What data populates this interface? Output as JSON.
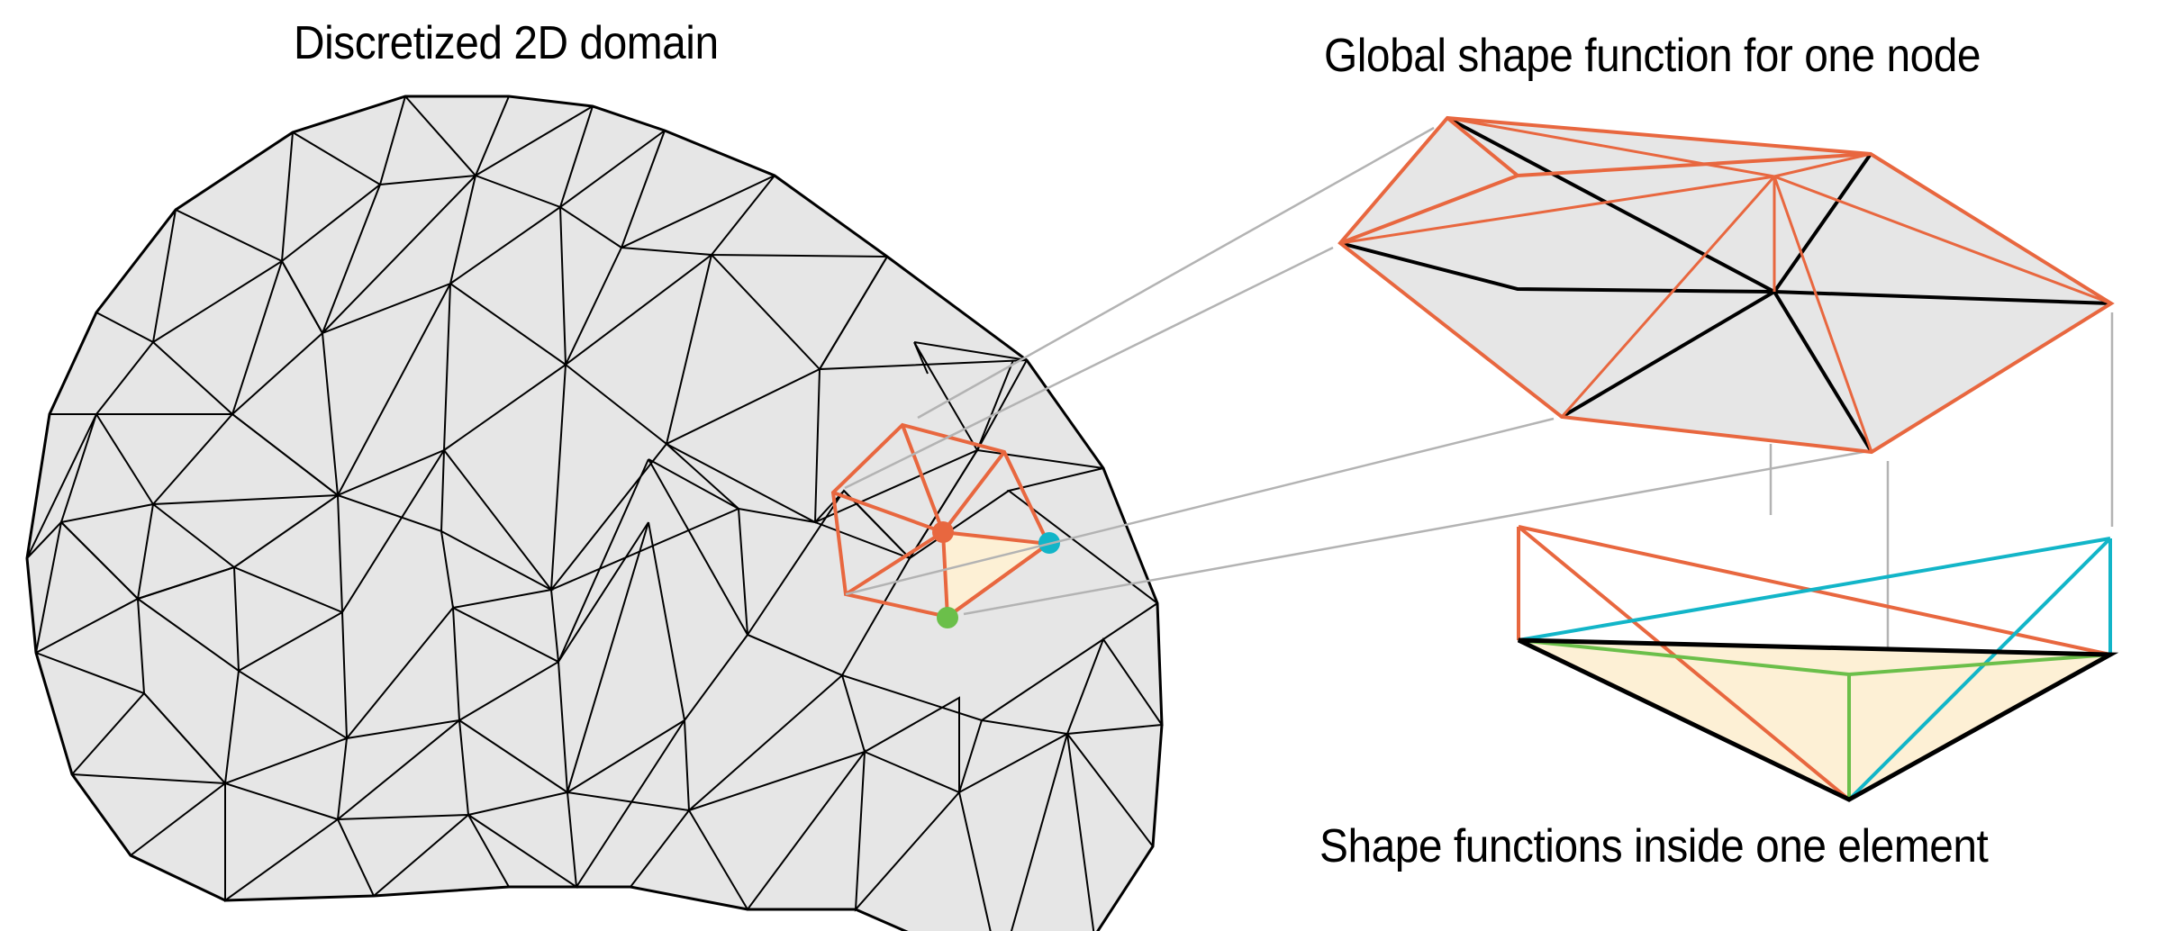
{
  "titles": {
    "left": "Discretized 2D domain",
    "top_right": "Global shape function for one node",
    "bottom_right": "Shape functions inside one element"
  },
  "colors": {
    "mesh_fill": "#e6e6e6",
    "mesh_edge": "#000000",
    "highlight": "#e8673f",
    "element_fill": "#fdf0d5",
    "node_orange": "#e8673f",
    "node_cyan": "#12b5c8",
    "node_green": "#6bbf4a",
    "connector": "#b3b3b3"
  },
  "nodes": [
    {
      "name": "center-node",
      "color": "orange"
    },
    {
      "name": "right-node",
      "color": "cyan"
    },
    {
      "name": "bottom-node",
      "color": "green"
    }
  ]
}
